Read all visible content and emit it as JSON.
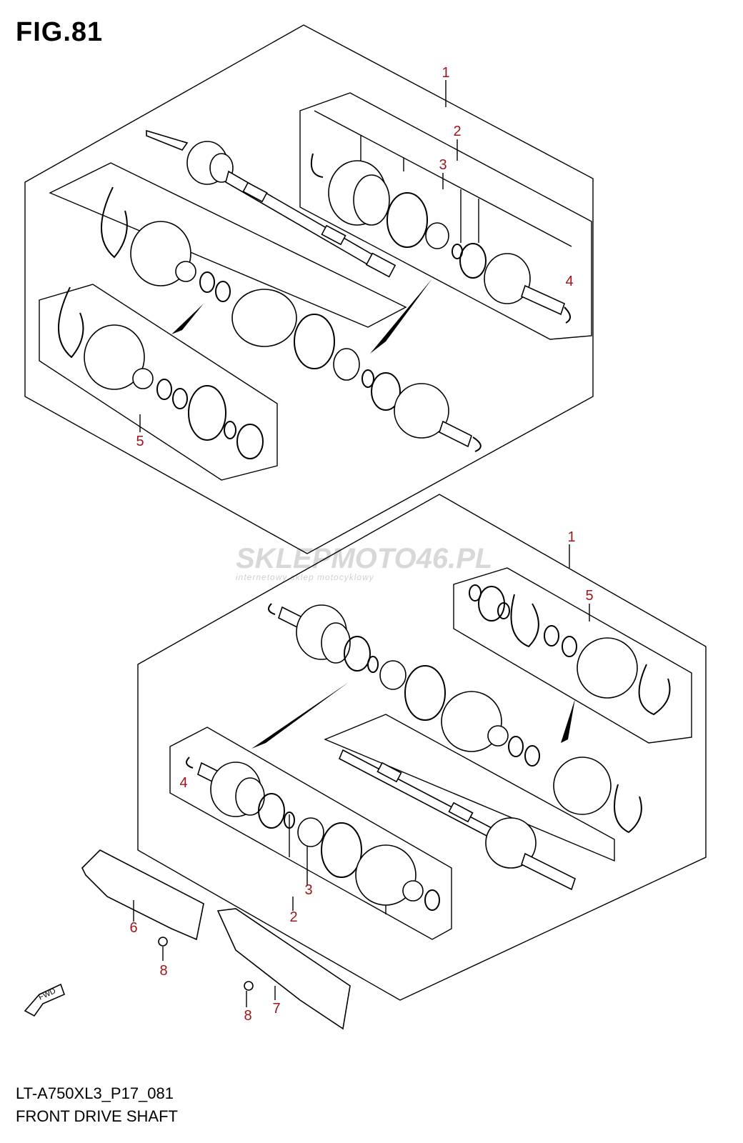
{
  "figure": {
    "title": "FIG.81",
    "code": "LT-A750XL3_P17_081",
    "caption": "FRONT DRIVE SHAFT"
  },
  "watermark": {
    "brand": "SKLEPMOTO46.PL",
    "tagline": "internetowy sklep motocyklowy",
    "color": "#d9d9d9"
  },
  "callout_color": "#a0151b",
  "fwd_label": "FWD",
  "callouts": {
    "upper_1": "1",
    "upper_2": "2",
    "upper_3": "3",
    "upper_4": "4",
    "upper_5": "5",
    "lower_1": "1",
    "lower_5": "5",
    "lower_4": "4",
    "lower_3": "3",
    "lower_2": "2",
    "lower_6": "6",
    "lower_7": "7",
    "lower_8a": "8",
    "lower_8b": "8"
  }
}
